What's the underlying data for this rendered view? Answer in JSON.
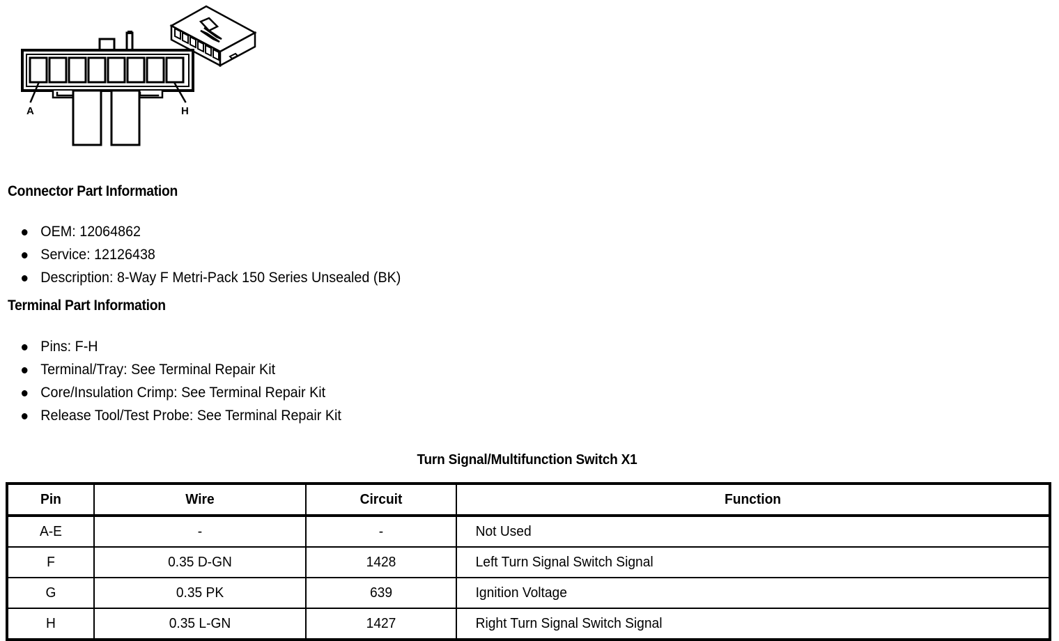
{
  "figure": {
    "label": "connector-illustration",
    "pin_labels": {
      "first": "A",
      "last": "H"
    },
    "cavity_count": 8
  },
  "connector_part": {
    "heading": "Connector Part Information",
    "items": [
      "OEM: 12064862",
      "Service: 12126438",
      "Description: 8-Way F Metri-Pack 150 Series Unsealed (BK)"
    ]
  },
  "terminal_part": {
    "heading": "Terminal Part Information",
    "items": [
      "Pins: F-H",
      "Terminal/Tray: See Terminal Repair Kit",
      "Core/Insulation Crimp: See Terminal Repair Kit",
      "Release Tool/Test Probe: See Terminal Repair Kit"
    ]
  },
  "pin_table": {
    "title": "Turn Signal/Multifunction Switch X1",
    "columns": [
      "Pin",
      "Wire",
      "Circuit",
      "Function"
    ],
    "rows": [
      {
        "pin": "A-E",
        "wire": "-",
        "circuit": "-",
        "function": "Not Used"
      },
      {
        "pin": "F",
        "wire": "0.35 D-GN",
        "circuit": "1428",
        "function": "Left Turn Signal Switch Signal"
      },
      {
        "pin": "G",
        "wire": "0.35 PK",
        "circuit": "639",
        "function": "Ignition Voltage"
      },
      {
        "pin": "H",
        "wire": "0.35 L-GN",
        "circuit": "1427",
        "function": "Right Turn Signal Switch Signal"
      }
    ]
  },
  "colors": {
    "ink": "#000000",
    "page": "#ffffff"
  }
}
